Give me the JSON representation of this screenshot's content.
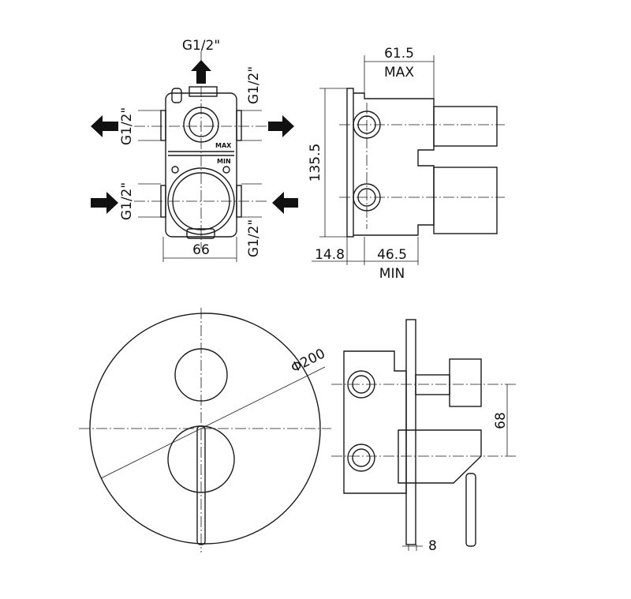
{
  "drawing": {
    "port_label": "G1/2\"",
    "top_left_view": {
      "width_dim": "66",
      "body_labels": {
        "max": "MAX",
        "min": "MIN"
      }
    },
    "top_right_view": {
      "depth_max_dim": "61.5",
      "depth_max_label": "MAX",
      "height_dim": "135.5",
      "plate_dim": "14.8",
      "depth_min_dim": "46.5",
      "depth_min_label": "MIN"
    },
    "bottom_left_view": {
      "diameter_dim": "Φ200"
    },
    "bottom_right_view": {
      "spacing_dim": "68",
      "plate_thickness_dim": "8"
    }
  }
}
